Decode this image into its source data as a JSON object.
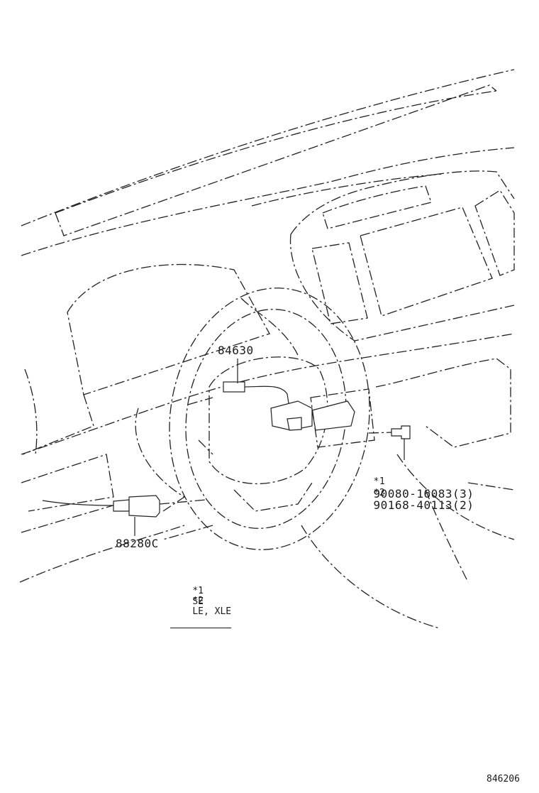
{
  "diagram": {
    "parts": {
      "cruise_switch": "84630",
      "sensor": "88280C",
      "screw_1": {
        "mark": "*1",
        "number": "90080-16083",
        "qty": "(3)"
      },
      "screw_2": {
        "mark": "*2",
        "number": "90168-40113",
        "qty": "(2)"
      }
    },
    "legend": [
      {
        "mark": "*1",
        "text": "SE"
      },
      {
        "mark": "*2",
        "text": "LE, XLE"
      }
    ],
    "figure_id": "846206"
  }
}
